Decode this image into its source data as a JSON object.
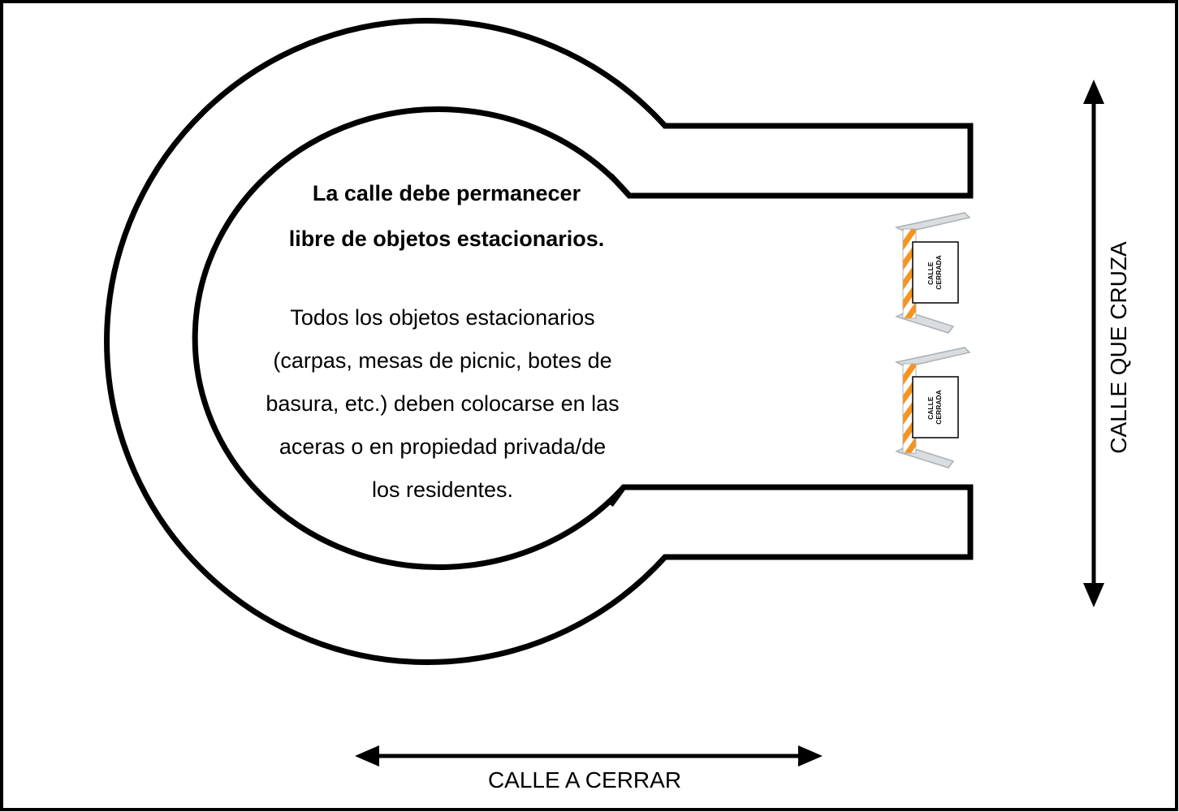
{
  "notice": {
    "heading_line1": "La calle debe permanecer",
    "heading_line2": "libre de objetos estacionarios.",
    "body_line1": "Todos los objetos estacionarios",
    "body_line2": "(carpas, mesas de picnic, botes de",
    "body_line3": "basura, etc.) deben colocarse en las",
    "body_line4": "aceras o en propiedad privada/de",
    "body_line5": "los residentes."
  },
  "labels": {
    "closed_street": "CALLE A CERRAR",
    "cross_street": "CALLE QUE CRUZA"
  },
  "barricades": [
    {
      "sign_line1": "CALLE",
      "sign_line2": "CERRADA"
    },
    {
      "sign_line1": "CALLE",
      "sign_line2": "CERRADA"
    }
  ],
  "colors": {
    "outline": "#000000",
    "stripe_orange": "#f7941d",
    "stripe_white": "#ffffff",
    "barricade_frame": "#d9dde0"
  }
}
